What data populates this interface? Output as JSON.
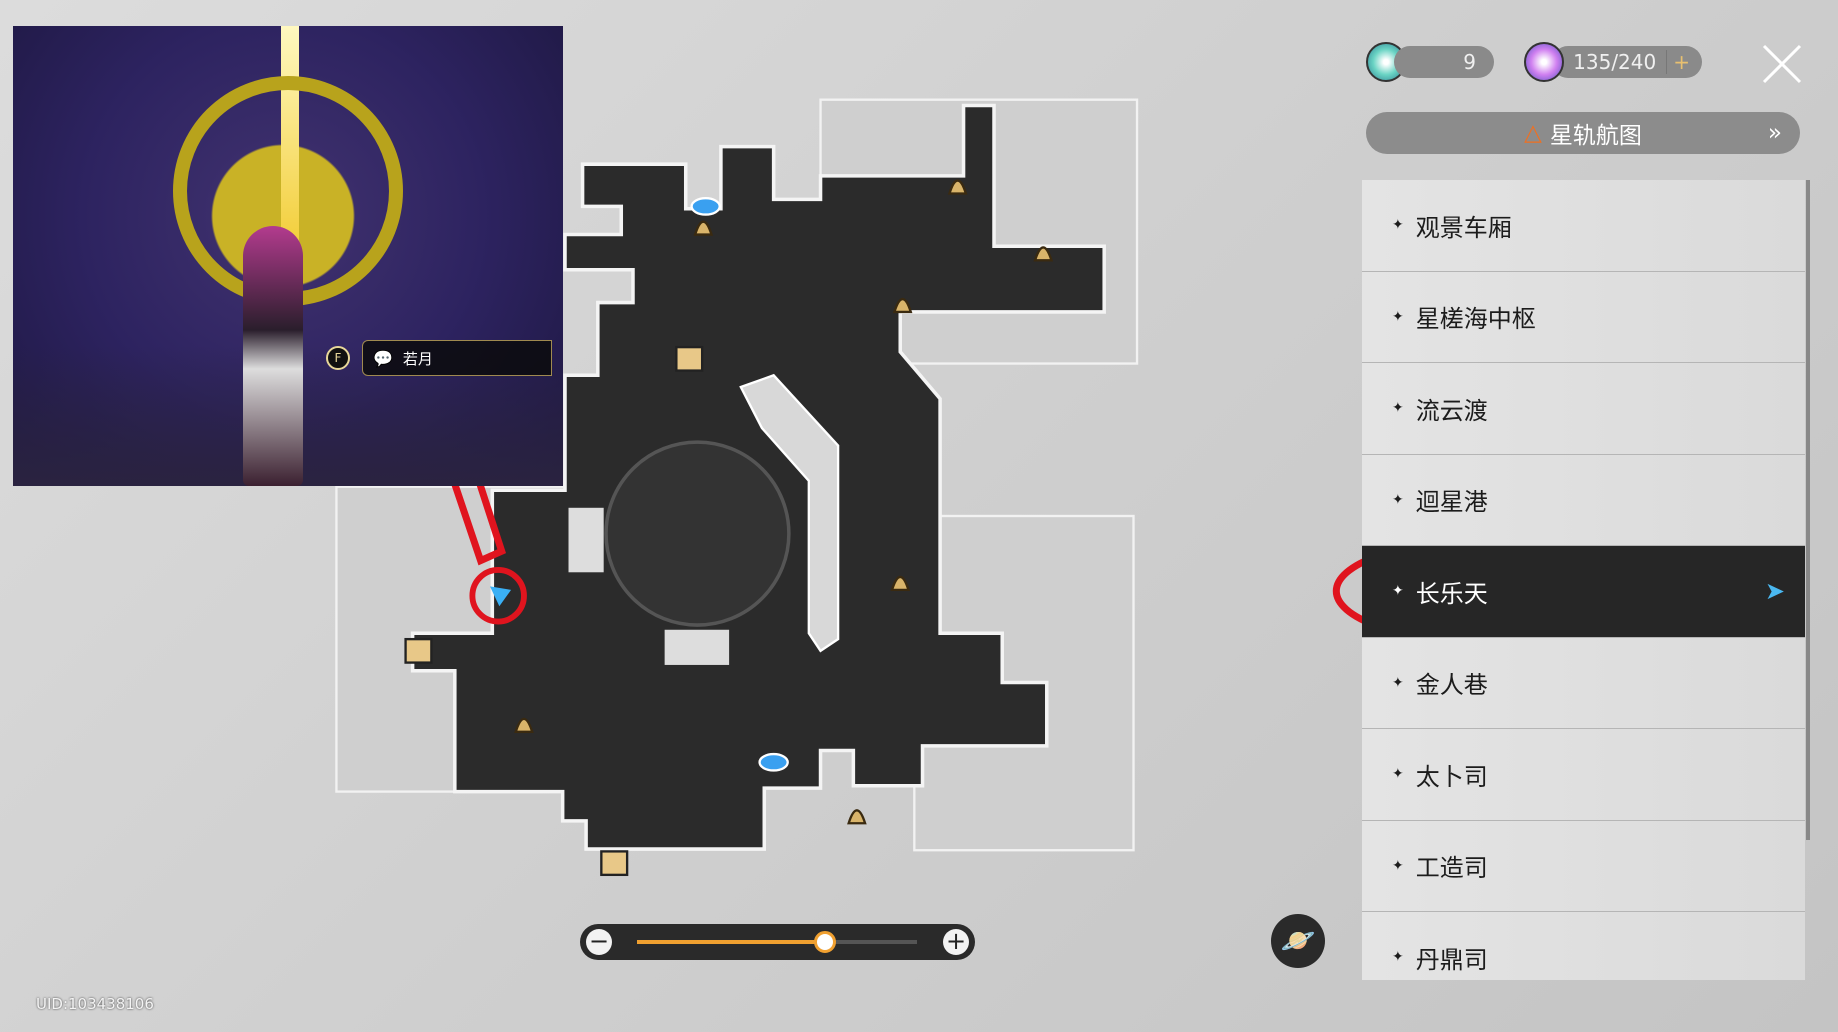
{
  "currency": {
    "fuel": {
      "value": "9",
      "icon": "fuel-icon"
    },
    "trailblaze_power": {
      "value": "135/240",
      "add_label": "+",
      "icon": "trailblaze-power-icon"
    }
  },
  "header": {
    "title": "星轨航图",
    "chevron": "»"
  },
  "locations": [
    {
      "label": "观景车厢"
    },
    {
      "label": "星槎海中枢"
    },
    {
      "label": "流云渡"
    },
    {
      "label": "迴星港"
    },
    {
      "label": "长乐天",
      "selected": true
    },
    {
      "label": "金人巷"
    },
    {
      "label": "太卜司"
    },
    {
      "label": "工造司"
    },
    {
      "label": "丹鼎司"
    }
  ],
  "inset": {
    "interact_key": "F",
    "npc_name": "若月"
  },
  "zoom": {
    "minus": "−",
    "plus": "+",
    "level_fraction": 0.67
  },
  "uid": "UID:103438106",
  "colors": {
    "accent": "#f0a030",
    "annotation": "#e0141e",
    "map_dark": "#2b2b2b"
  }
}
